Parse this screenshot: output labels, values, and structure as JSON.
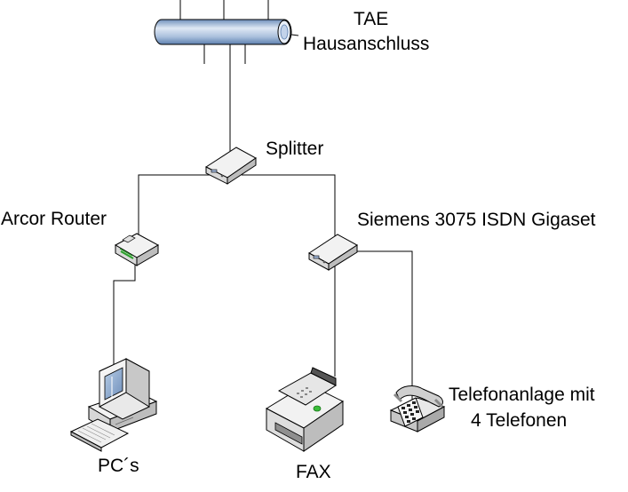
{
  "labels": {
    "tae_line1": "TAE",
    "tae_line2": "Hausanschluss",
    "splitter": "Splitter",
    "router": "Arcor Router",
    "gigaset": "Siemens 3075 ISDN Gigaset",
    "phone_line1": "Telefonanlage mit",
    "phone_line2": "4 Telefonen",
    "pcs": "PC´s",
    "fax": "FAX"
  },
  "icons": {
    "tae": "cable-pipe-icon",
    "splitter": "network-hub-icon",
    "router": "router-icon",
    "gigaset": "network-hub-icon",
    "pc": "desktop-computer-icon",
    "fax": "fax-machine-icon",
    "phone": "telephone-icon"
  },
  "colors": {
    "pipe_fill": "#a9bfdc",
    "pipe_dark": "#5c7fae",
    "line": "#000000",
    "device_face": "#f2f2f2",
    "device_side": "#c9c9c9",
    "router_led": "#2aa02a",
    "fax_led": "#3bbd3b"
  }
}
